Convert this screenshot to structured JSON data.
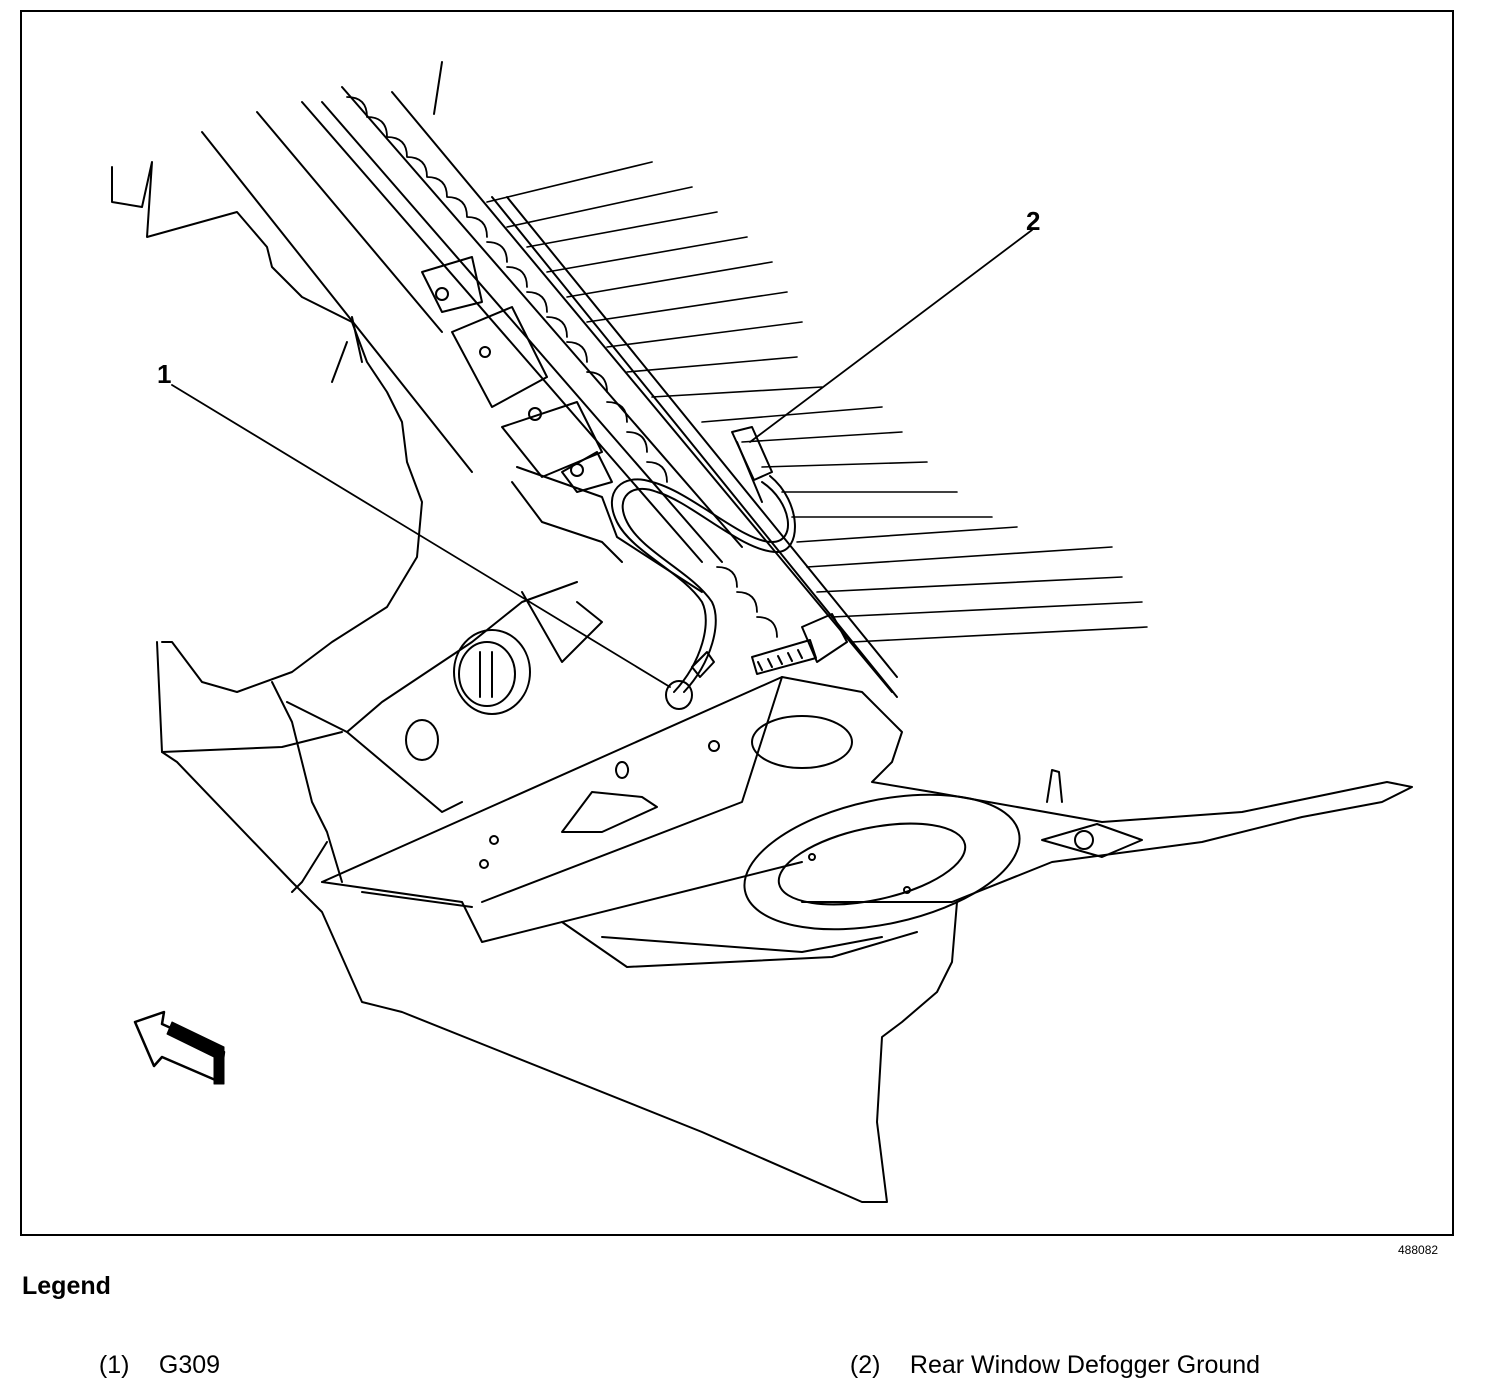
{
  "diagram": {
    "callouts": [
      {
        "id": "1",
        "label": "1"
      },
      {
        "id": "2",
        "label": "2"
      }
    ],
    "figure_id": "488082",
    "icons": [
      "view-direction-arrow-icon"
    ]
  },
  "legend": {
    "title": "Legend",
    "items": [
      {
        "number": "(1)",
        "text": "G309"
      },
      {
        "number": "(2)",
        "text": "Rear Window Defogger Ground"
      }
    ]
  }
}
